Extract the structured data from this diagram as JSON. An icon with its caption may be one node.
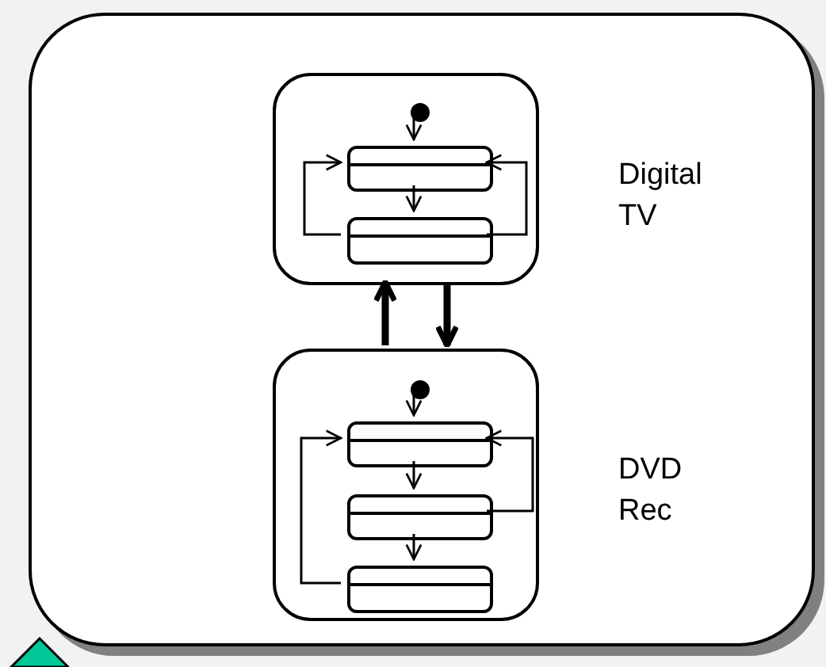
{
  "diagram": {
    "nodes": [
      {
        "text": [],
        "shape": "box"
      },
      {
        "text": [],
        "shape": "box",
        "in": 0,
        "beside": [
          "Digital TV"
        ]
      },
      {
        "text": [],
        "shape": "circle",
        "in": 1
      },
      {
        "text": [],
        "shape": "box",
        "in": 1
      },
      {
        "text": [],
        "shape": "box",
        "in": 1
      },
      {
        "text": [],
        "shape": "box",
        "in": 0,
        "beside": [
          "DVD Rec"
        ]
      },
      {
        "text": [],
        "shape": "circle",
        "in": 5
      },
      {
        "text": [],
        "shape": "box",
        "in": 5
      },
      {
        "text": [],
        "shape": "box",
        "in": 5
      },
      {
        "text": [],
        "shape": "box",
        "in": 5
      }
    ],
    "edges": [
      {
        "from": 2,
        "to": 3,
        "arrow": "to"
      },
      {
        "from": 4,
        "to": 3,
        "arrow": "to"
      },
      {
        "from": 3,
        "to": 4,
        "arrow": "to"
      },
      {
        "from": 4,
        "to": 3,
        "arrow": "to"
      },
      {
        "from": 5,
        "to": 1,
        "arrow": "to",
        "style": "thick"
      },
      {
        "from": 1,
        "to": 5,
        "arrow": "to",
        "style": "thick"
      },
      {
        "from": 6,
        "to": 7,
        "arrow": "to"
      },
      {
        "from": 9,
        "to": 7,
        "arrow": "to"
      },
      {
        "from": 7,
        "to": 8,
        "arrow": "to"
      },
      {
        "from": 8,
        "to": 7,
        "arrow": "to"
      },
      {
        "from": 8,
        "to": 9,
        "arrow": "to"
      }
    ]
  }
}
